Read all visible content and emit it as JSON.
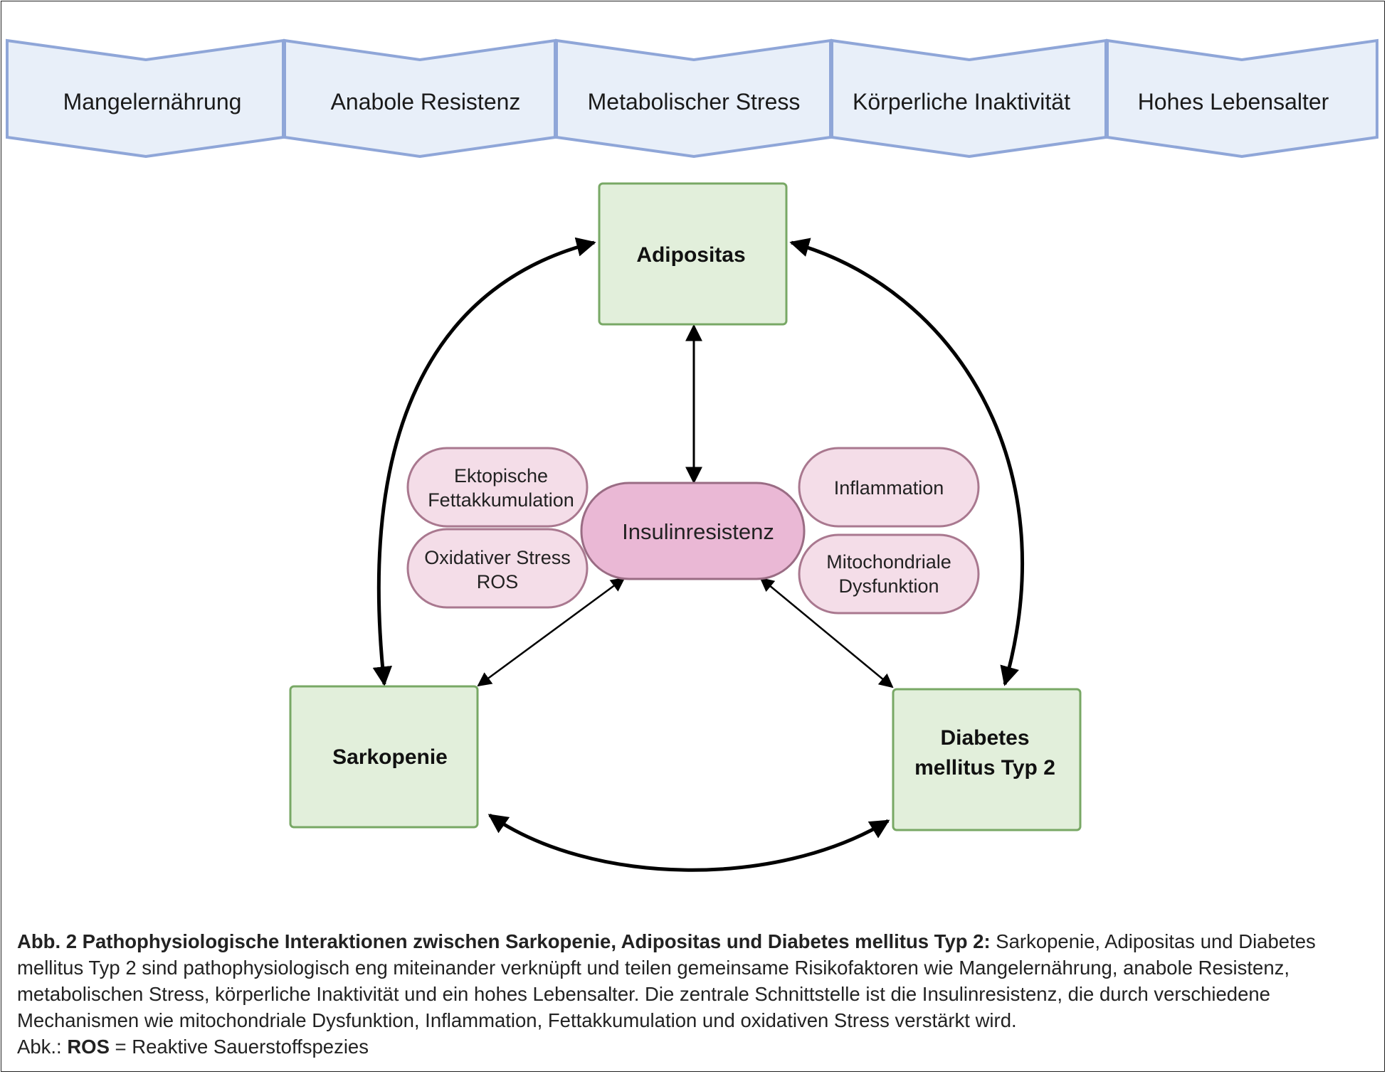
{
  "risk_factors": [
    "Mangelernährung",
    "Anabole Resistenz",
    "Metabolischer Stress",
    "Körperliche Inaktivität",
    "Hohes Lebensalter"
  ],
  "nodes": {
    "adipositas": "Adipositas",
    "sarkopenie": "Sarkopenie",
    "diabetes_line1": "Diabetes",
    "diabetes_line2": "mellitus Typ 2",
    "insulinresistenz": "Insulinresistenz"
  },
  "mechanisms": {
    "ektopische_line1": "Ektopische",
    "ektopische_line2": "Fettakkumulation",
    "oxidativ_line1": "Oxidativer Stress",
    "oxidativ_line2": "ROS",
    "inflammation": "Inflammation",
    "mito_line1": "Mitochondriale",
    "mito_line2": "Dysfunktion"
  },
  "caption": {
    "title": "Abb. 2 Pathophysiologische Interaktionen zwischen Sarkopenie, Adipositas und Diabetes mellitus Typ 2:",
    "body": "Sarkopenie, Adipositas und Diabetes mellitus Typ 2 sind pathophysiologisch eng miteinander verknüpft und teilen gemeinsame Risikofaktoren wie Mangelernährung, anabole Resistenz, metabolischen Stress, körperliche Inaktivität und ein hohes Lebensalter. Die zentrale Schnittstelle ist die Insulinresistenz, die durch verschiedene Mechanismen wie mitochondriale Dysfunktion, Inflammation, Fettakkumulation und oxidativen Stress verstärkt wird.",
    "abbr_prefix": "Abk.:",
    "abbr_term": "ROS",
    "abbr_def": "= Reaktive Sauerstoffspezies"
  },
  "colors": {
    "chevron_fill": "#e8eff9",
    "chevron_stroke": "#8fa6d8",
    "node_fill": "#e2efdb",
    "node_stroke": "#78a865",
    "pill_fill": "#f4dde8",
    "pill_stroke": "#a9788f",
    "center_fill": "#eab8d5",
    "center_stroke": "#9a6c84"
  }
}
